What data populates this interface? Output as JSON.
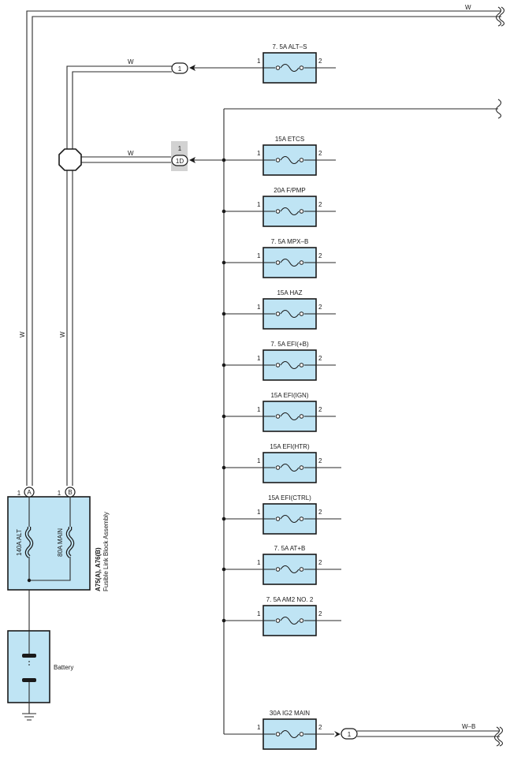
{
  "wire_labels": {
    "top_w": "W",
    "altfeed_w": "W",
    "mainfeed_w": "W",
    "vert_a": "W",
    "vert_b": "W",
    "ig2_out": "W–B"
  },
  "connectors": {
    "alt_s_conn": "1",
    "etcs_conn_top": "1",
    "etcs_conn": "1D",
    "ig2_conn": "1"
  },
  "fuses": [
    {
      "label": "7. 5A ALT–S",
      "pin1": "1",
      "pin2": "2"
    },
    {
      "label": "15A ETCS",
      "pin1": "1",
      "pin2": "2"
    },
    {
      "label": "20A F/PMP",
      "pin1": "1",
      "pin2": "2"
    },
    {
      "label": "7. 5A MPX–B",
      "pin1": "1",
      "pin2": "2"
    },
    {
      "label": "15A HAZ",
      "pin1": "1",
      "pin2": "2"
    },
    {
      "label": "7. 5A EFI(+B)",
      "pin1": "1",
      "pin2": "2"
    },
    {
      "label": "15A EFI(IGN)",
      "pin1": "1",
      "pin2": "2"
    },
    {
      "label": "15A EFI(HTR)",
      "pin1": "1",
      "pin2": "2"
    },
    {
      "label": "15A EFI(CTRL)",
      "pin1": "1",
      "pin2": "2"
    },
    {
      "label": "7. 5A AT+B",
      "pin1": "1",
      "pin2": "2"
    },
    {
      "label": "7. 5A AM2 NO. 2",
      "pin1": "1",
      "pin2": "2"
    },
    {
      "label": "30A IG2 MAIN",
      "pin1": "1",
      "pin2": "2"
    }
  ],
  "fusible_link": {
    "pin_a_num": "1",
    "pin_a": "A",
    "pin_b_num": "1",
    "pin_b": "B",
    "alt_label": "140A ALT",
    "main_label": "80A MAIN",
    "code": "A75(A), A76(B)",
    "name": "Fusible Link Block Assembly"
  },
  "battery": {
    "label": "Battery"
  },
  "colors": {
    "fuse_fill": "#bfe4f4",
    "connector_highlight": "#d2d2d2"
  }
}
